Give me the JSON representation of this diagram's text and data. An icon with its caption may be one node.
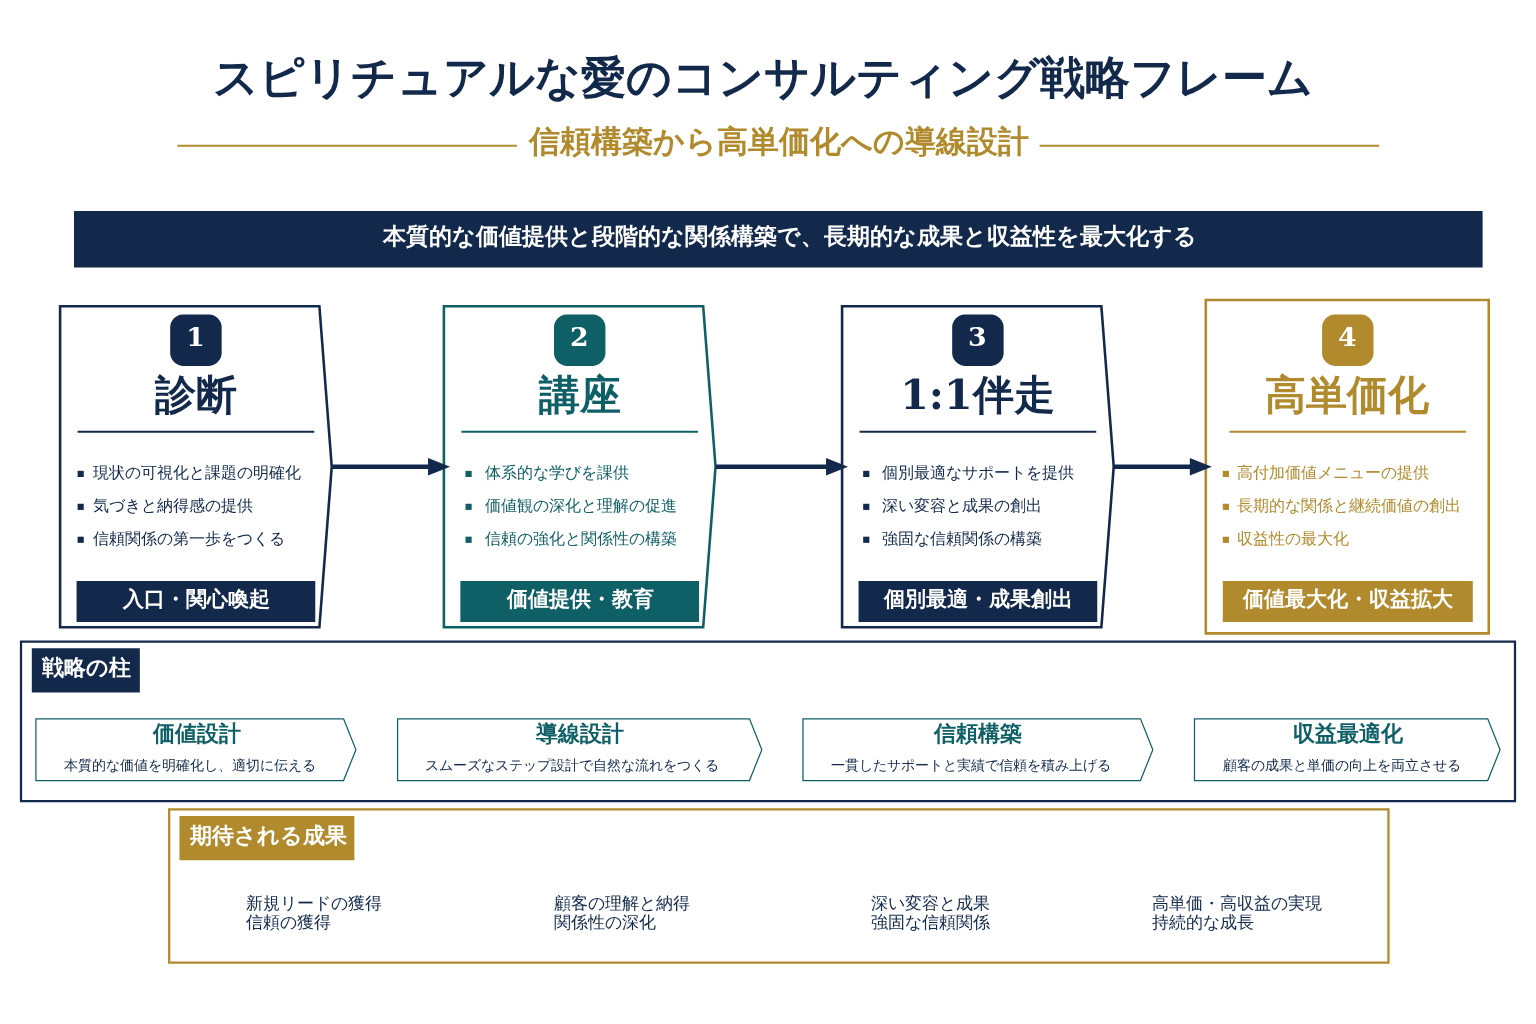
{
  "diagram": {
    "title": "スピリチュアルな愛のコンサルティング戦略フレーム",
    "nodes": [
      {
        "text": [
          "本質的な価値提供と段階的な関係構築で、長期的な成果と収益性を最大化する"
        ]
      },
      {
        "text": [
          "1",
          "診断",
          "現状の可視化と課題の明確化",
          "気づきと納得感の提供",
          "信頼関係の第一歩をつくる",
          "入口・関心喚起"
        ]
      },
      {
        "text": [
          "2",
          "講座",
          "体系的な学びを課供",
          "価値観の深化と理解の促進",
          "信頼の強化と関係性の構築",
          "価値提供・教育"
        ]
      },
      {
        "text": [
          "3",
          "1:1伴走",
          "個別最適なサポートを提供",
          "深い変容と成果の創出",
          "強固な信頼関係の構築",
          "個別最適・成果創出"
        ]
      },
      {
        "text": [
          "4",
          "高単価化",
          "高付加価値メニューの提供",
          "長期的な関係と継続価値の創出",
          "収益性の最大化",
          "価値最大化・収益拡大"
        ]
      },
      {
        "text": [
          "戦略の柱"
        ]
      },
      {
        "text": [
          "価値設計",
          "本質的な価値を明確化し、適切に伝える"
        ],
        "in": 5
      },
      {
        "text": [
          "導線設計",
          "スムーズなステップ設計で自然な流れをつくる"
        ],
        "in": 5
      },
      {
        "text": [
          "信頼構築",
          "一貫したサポートと実績で信頼を積み上げる"
        ],
        "in": 5
      },
      {
        "text": [
          "収益最適化",
          "顧客の成果と単価の向上を両立させる"
        ],
        "in": 5
      },
      {
        "text": [
          "期待される成果"
        ]
      },
      {
        "text": [
          "新規リードの獲得",
          "信頼の獲得"
        ],
        "in": 10
      },
      {
        "text": [
          "顧客の理解と納得",
          "関係性の深化"
        ],
        "in": 10
      },
      {
        "text": [
          "深い変容と成果",
          "強固な信頼関係"
        ],
        "in": 10
      },
      {
        "text": [
          "高単価・高収益の実現",
          "持続的な成長"
        ],
        "in": 10
      }
    ],
    "edges": [
      {
        "from": 1,
        "to": 2,
        "arrow": "to"
      },
      {
        "from": 2,
        "to": 3,
        "arrow": "to"
      },
      {
        "from": 3,
        "to": 4,
        "arrow": "to"
      }
    ],
    "labels": [
      "信頼構築から高単価化への導線設計"
    ]
  }
}
